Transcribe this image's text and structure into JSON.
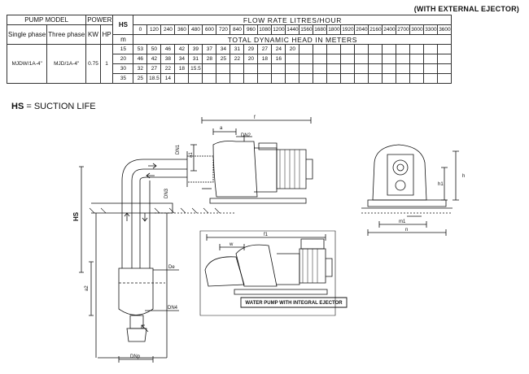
{
  "note": "(WITH EXTERNAL EJECTOR)",
  "table": {
    "pump_model": "PUMP MODEL",
    "power": "POWER",
    "hs": "HS",
    "flow_rate": "FLOW RATE LITRES/HOUR",
    "single_phase": "Single phase",
    "three_phase": "Three phase",
    "kw": "KW",
    "hp": "HP",
    "m": "m",
    "total_head": "TOTAL DYNAMIC HEAD IN METERS",
    "flows": [
      "0",
      "120",
      "240",
      "360",
      "480",
      "600",
      "720",
      "840",
      "960",
      "1080",
      "1200",
      "1440",
      "1560",
      "1680",
      "1800",
      "1920",
      "2040",
      "2160",
      "2400",
      "2700",
      "3000",
      "3300",
      "3600"
    ],
    "model_single": "MJDW/1A-4\"",
    "model_three": "MJD/1A-4\"",
    "kw_value": "0.75",
    "hp_value": "1",
    "rows": [
      {
        "hs": "15",
        "heads": [
          "53",
          "50",
          "46",
          "42",
          "39",
          "37",
          "34",
          "31",
          "29",
          "27",
          "24",
          "20"
        ]
      },
      {
        "hs": "20",
        "heads": [
          "46",
          "42",
          "38",
          "34",
          "31",
          "28",
          "25",
          "22",
          "20",
          "18",
          "16"
        ]
      },
      {
        "hs": "30",
        "heads": [
          "32",
          "27",
          "22",
          "18",
          "15.5"
        ]
      },
      {
        "hs": "35",
        "heads": [
          "25",
          "18.5",
          "14"
        ]
      }
    ]
  },
  "hs_note": {
    "bold": "HS",
    "rest": " = SUCTION LIFE"
  },
  "drawing": {
    "labels": {
      "a": "a",
      "dn2": "DN2",
      "f": "f",
      "dn1": "DN1",
      "a1": "a1",
      "dn3": "DN3",
      "hs": "HS",
      "de": "De",
      "a2": "a2",
      "dn4": "DN4",
      "dnp": "DNp",
      "h": "h",
      "h1": "h1",
      "m1": "m1",
      "n": "n",
      "w": "w",
      "f1": "f1"
    },
    "caption": "WATER PUMP WITH INTEGRAL EJECTOR"
  }
}
